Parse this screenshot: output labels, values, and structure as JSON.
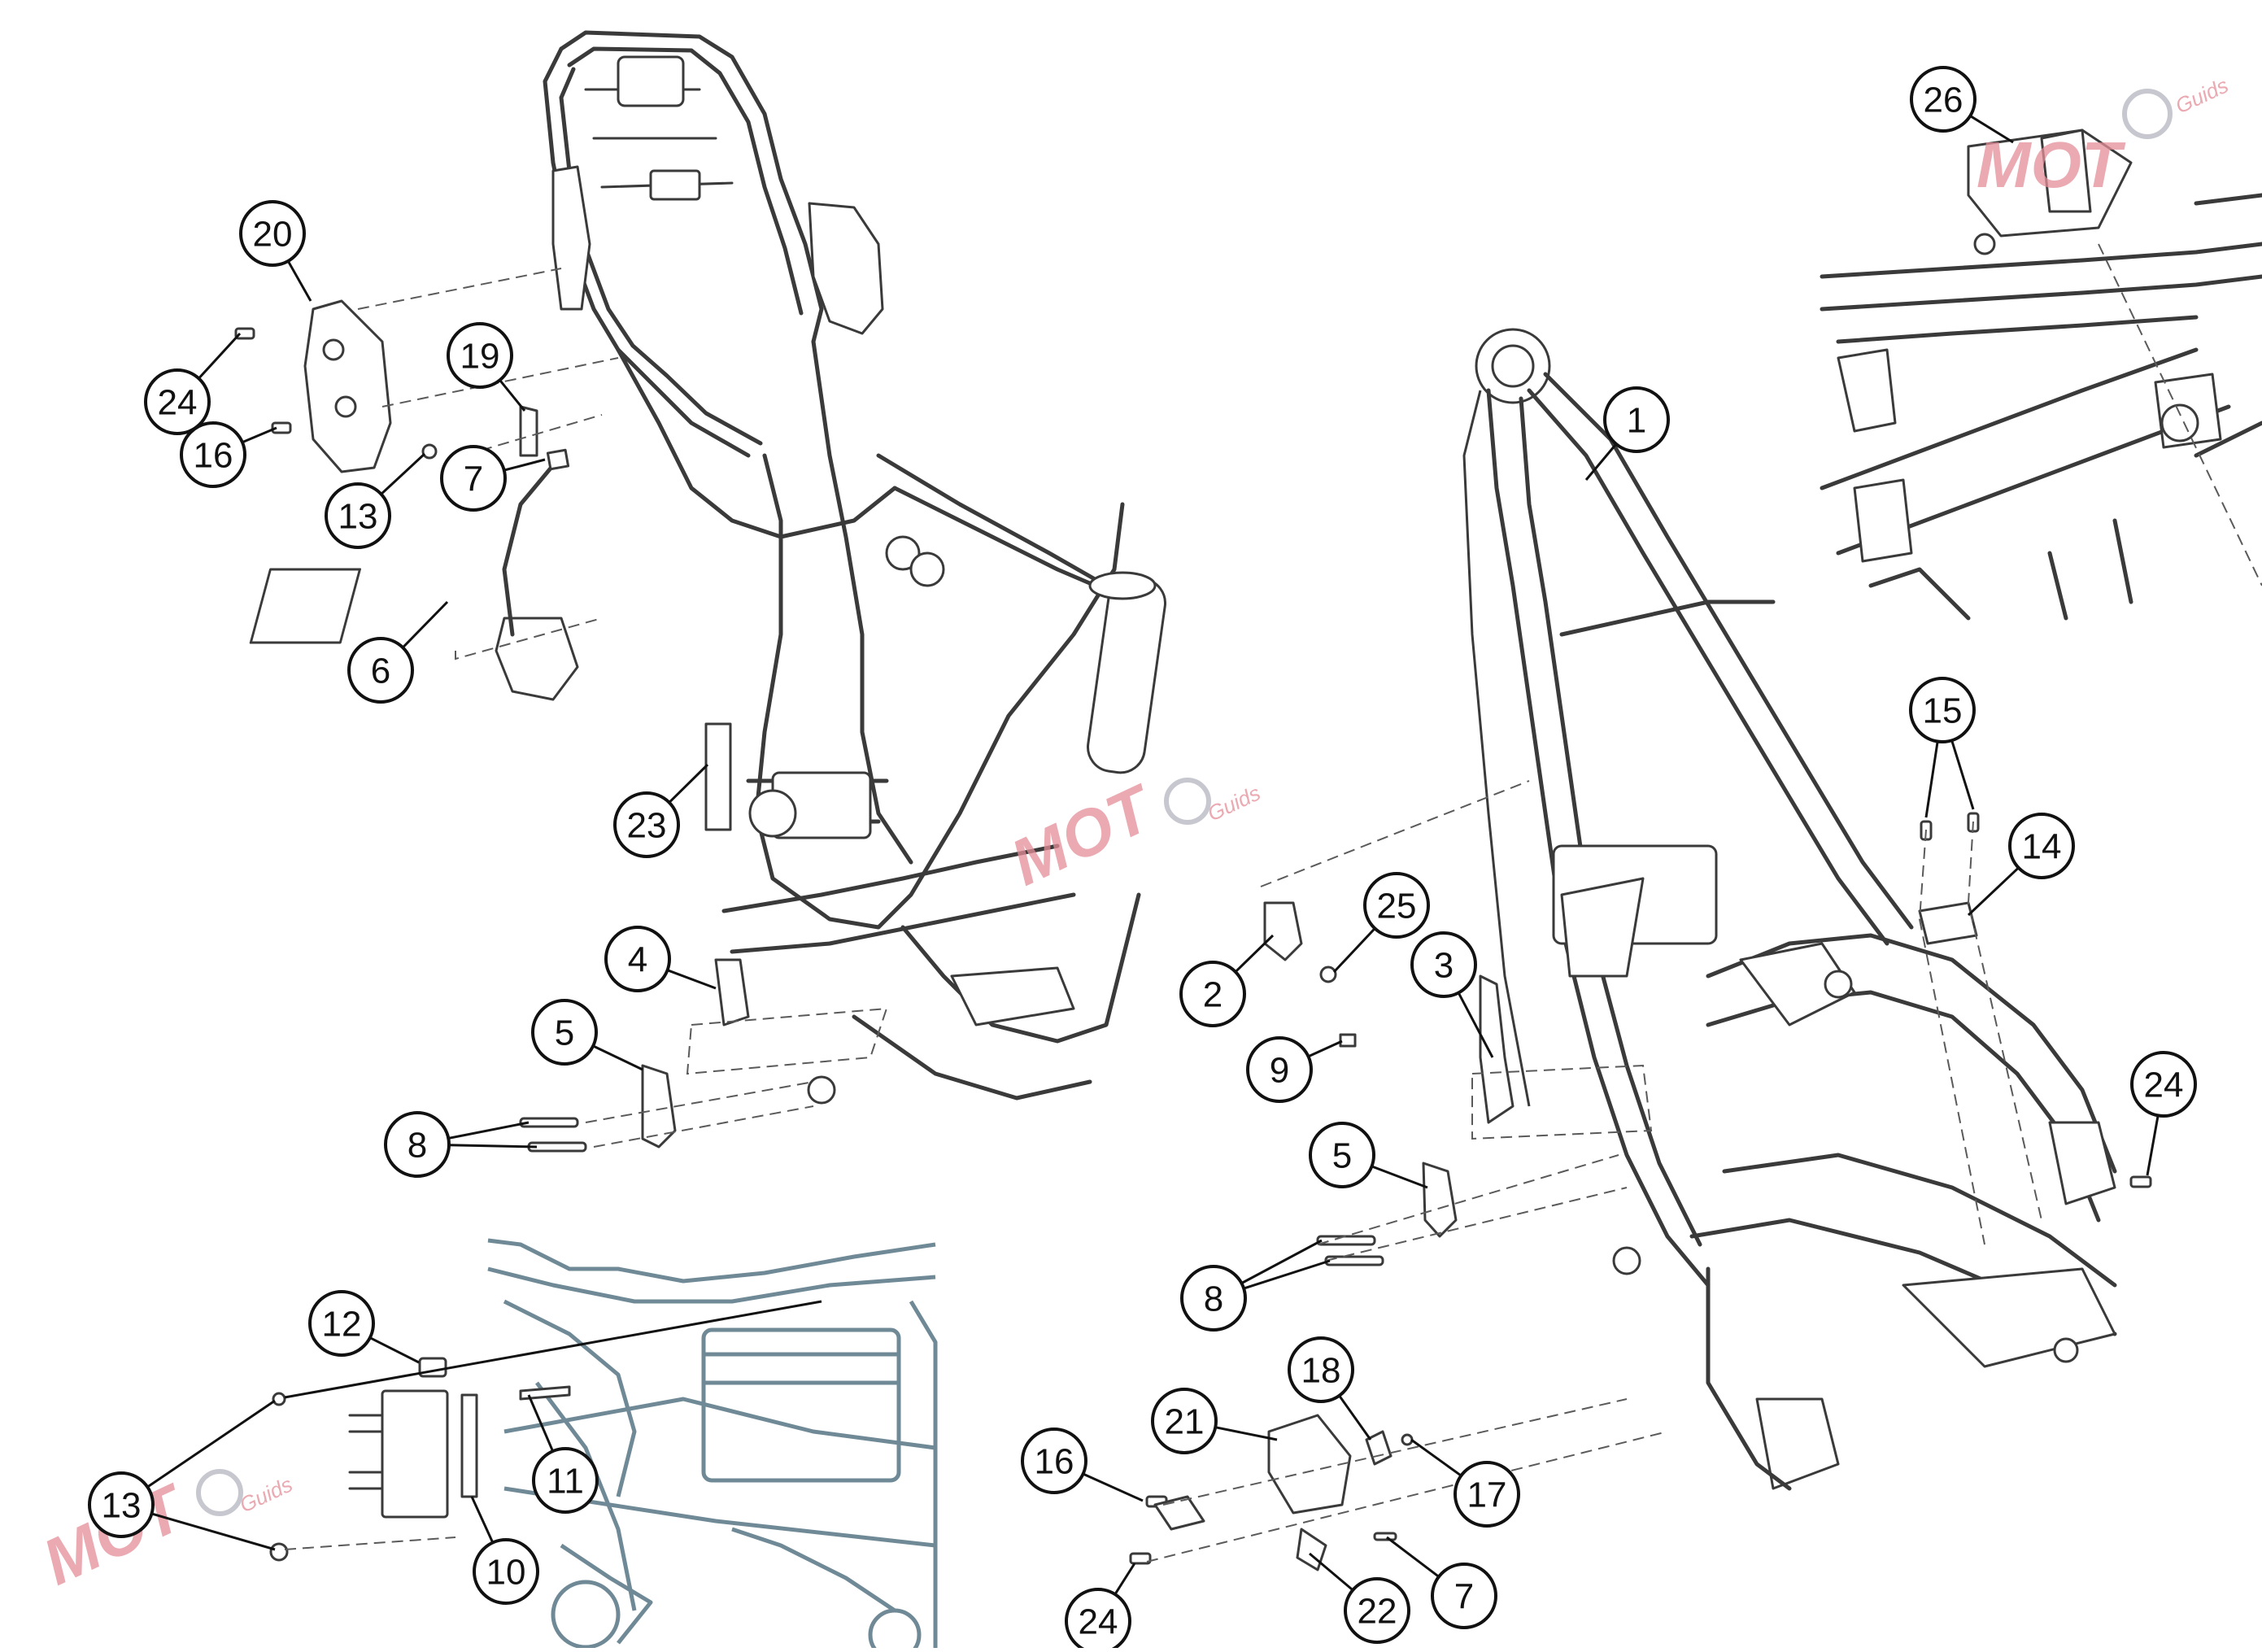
{
  "diagram": {
    "callouts": [
      {
        "id": "c20",
        "label": "20"
      },
      {
        "id": "c24a",
        "label": "24"
      },
      {
        "id": "c16a",
        "label": "16"
      },
      {
        "id": "c19",
        "label": "19"
      },
      {
        "id": "c7a",
        "label": "7"
      },
      {
        "id": "c13a",
        "label": "13"
      },
      {
        "id": "c6",
        "label": "6"
      },
      {
        "id": "c23",
        "label": "23"
      },
      {
        "id": "c4",
        "label": "4"
      },
      {
        "id": "c5a",
        "label": "5"
      },
      {
        "id": "c8a",
        "label": "8"
      },
      {
        "id": "c1",
        "label": "1"
      },
      {
        "id": "c26",
        "label": "26"
      },
      {
        "id": "c15",
        "label": "15"
      },
      {
        "id": "c14",
        "label": "14"
      },
      {
        "id": "c25",
        "label": "25"
      },
      {
        "id": "c2",
        "label": "2"
      },
      {
        "id": "c3",
        "label": "3"
      },
      {
        "id": "c9",
        "label": "9"
      },
      {
        "id": "c24b",
        "label": "24"
      },
      {
        "id": "c5b",
        "label": "5"
      },
      {
        "id": "c8b",
        "label": "8"
      },
      {
        "id": "c12",
        "label": "12"
      },
      {
        "id": "c11",
        "label": "11"
      },
      {
        "id": "c13b",
        "label": "13"
      },
      {
        "id": "c10",
        "label": "10"
      },
      {
        "id": "c18",
        "label": "18"
      },
      {
        "id": "c21",
        "label": "21"
      },
      {
        "id": "c16b",
        "label": "16"
      },
      {
        "id": "c17",
        "label": "17"
      },
      {
        "id": "c7b",
        "label": "7"
      },
      {
        "id": "c24c",
        "label": "24"
      },
      {
        "id": "c22",
        "label": "22"
      }
    ],
    "watermark": {
      "brand": "MOT",
      "sub": "Guids"
    }
  },
  "colors": {
    "line": "#3a3a3a",
    "detail_line": "#6f8a96",
    "watermark": "#e58d98"
  }
}
